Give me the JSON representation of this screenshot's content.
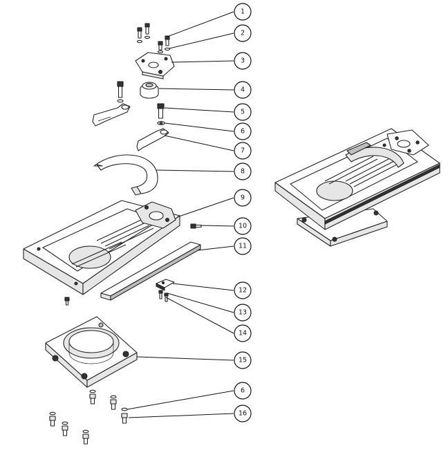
{
  "callouts": [
    {
      "label": "1"
    },
    {
      "label": "2"
    },
    {
      "label": "3"
    },
    {
      "label": "4"
    },
    {
      "label": "5"
    },
    {
      "label": "6"
    },
    {
      "label": "7"
    },
    {
      "label": "8"
    },
    {
      "label": "9"
    },
    {
      "label": "10"
    },
    {
      "label": "11"
    },
    {
      "label": "12"
    },
    {
      "label": "13"
    },
    {
      "label": "14"
    },
    {
      "label": "15"
    },
    {
      "label": "6"
    },
    {
      "label": "16"
    }
  ]
}
